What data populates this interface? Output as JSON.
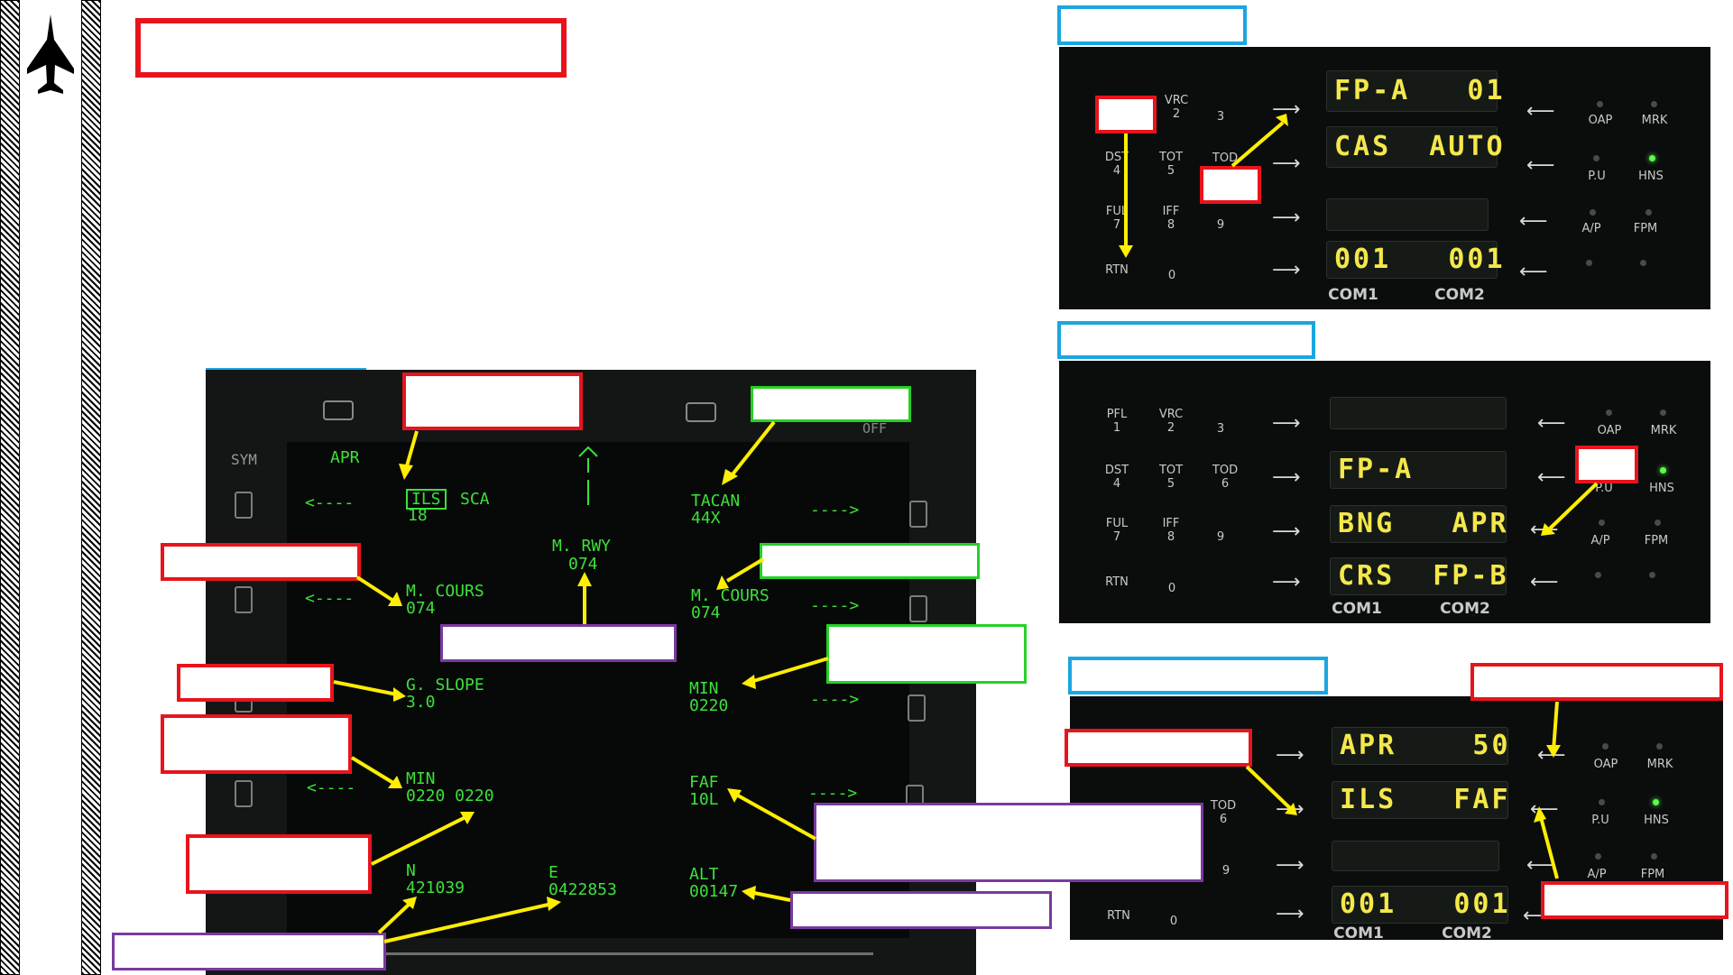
{
  "ufcp_top": {
    "left_keys": [
      {
        "label": "VRC\n2"
      },
      {
        "label": "3"
      },
      {
        "label": "DST\n4"
      },
      {
        "label": "TOT\n5"
      },
      {
        "label": "TOD"
      },
      {
        "label": "FUL\n7"
      },
      {
        "label": "IFF\n8"
      },
      {
        "label": "9"
      },
      {
        "label": "RTN"
      },
      {
        "label": "0"
      }
    ],
    "displays": [
      "FP-A   01",
      "CAS  AUTO",
      "",
      "001   001"
    ],
    "com_labels": [
      "COM1",
      "COM2"
    ],
    "right_keys": [
      "OAP",
      "MRK",
      "P.U",
      "HNS",
      "A/P",
      "FPM"
    ]
  },
  "ufcp_mid": {
    "left_keys": [
      {
        "label": "PFL\n1"
      },
      {
        "label": "VRC\n2"
      },
      {
        "label": "3"
      },
      {
        "label": "DST\n4"
      },
      {
        "label": "TOT\n5"
      },
      {
        "label": "TOD\n6"
      },
      {
        "label": "FUL\n7"
      },
      {
        "label": "IFF\n8"
      },
      {
        "label": "9"
      },
      {
        "label": "RTN"
      },
      {
        "label": "0"
      }
    ],
    "displays": [
      "",
      "FP-A",
      "BNG   APR",
      "CRS  FP-B"
    ],
    "com_labels": [
      "COM1",
      "COM2"
    ],
    "right_keys": [
      "OAP",
      "MRK",
      "P.U",
      "HNS",
      "A/P",
      "FPM"
    ]
  },
  "ufcp_bot": {
    "left_keys": [
      {
        "label": "TOD\n6"
      },
      {
        "label": "9"
      },
      {
        "label": "RTN"
      },
      {
        "label": "0"
      }
    ],
    "displays": [
      "APR    50",
      "ILS   FAF",
      "",
      "001   001"
    ],
    "com_labels": [
      "COM1",
      "COM2"
    ],
    "right_keys": [
      "OAP",
      "MRK",
      "P.U",
      "HNS",
      "A/P",
      "FPM"
    ]
  },
  "mfd": {
    "top_right": "OFF",
    "sym": "SYM",
    "mode": "APR",
    "ils": "ILS",
    "ils_value": "18",
    "sca": "SCA",
    "tacan_label": "TACAN",
    "tacan_value": "44X",
    "m_rwy_label": "M. RWY",
    "m_rwy_value": "074",
    "m_cours_left_label": "M. COURS",
    "m_cours_left_value": "074",
    "m_cours_right_label": "M. COURS",
    "m_cours_right_value": "074",
    "g_slope_label": "G. SLOPE",
    "g_slope_value": "3.0",
    "min_right_label": "MIN",
    "min_right_value": "0220",
    "min_left_label": "MIN",
    "min_left_value": "0220 0220",
    "faf_label": "FAF",
    "faf_value": "10L",
    "n_label": "N",
    "n_value": "421039",
    "e_label": "E",
    "e_value": "0422853",
    "alt_label": "ALT",
    "alt_value": "00147",
    "arrow_left": "<----",
    "arrow_right": "---->"
  }
}
